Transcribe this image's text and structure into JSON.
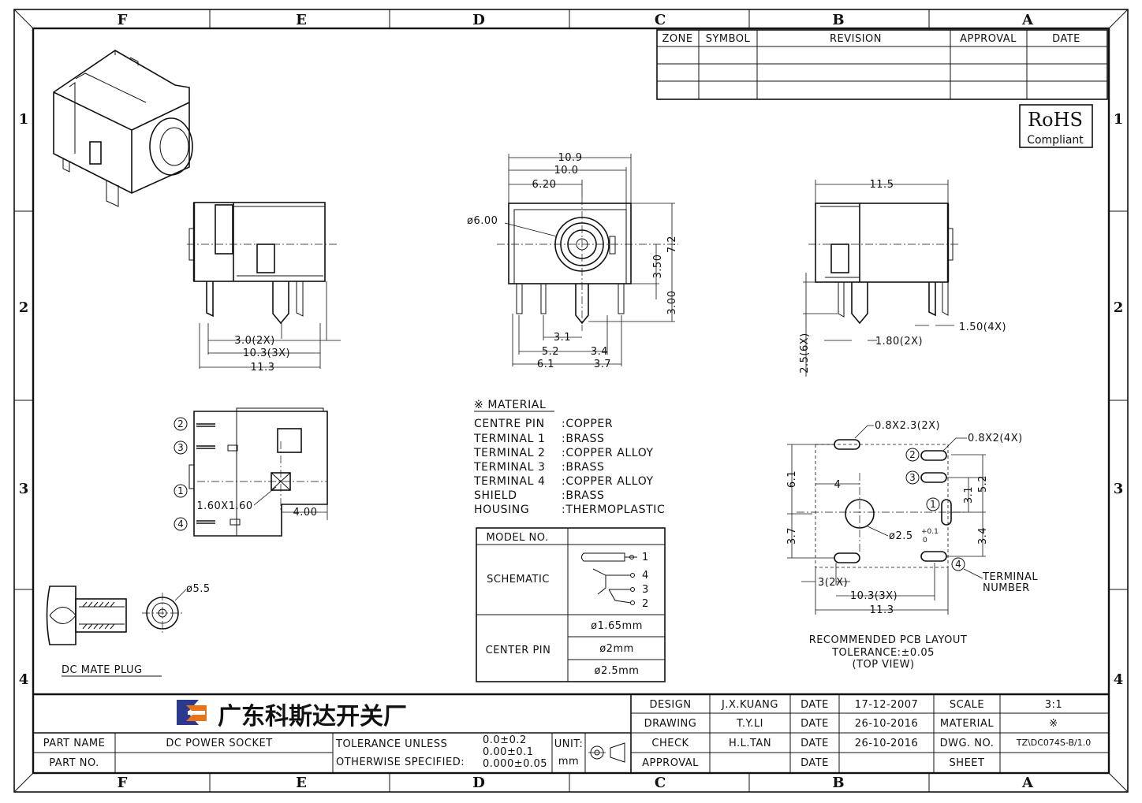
{
  "zones_cols": [
    "F",
    "E",
    "D",
    "C",
    "B",
    "A"
  ],
  "zones_rows": [
    "1",
    "2",
    "3",
    "4"
  ],
  "revision_table": {
    "headers": [
      "ZONE",
      "SYMBOL",
      "REVISION",
      "APPROVAL",
      "DATE"
    ]
  },
  "rohs": {
    "title": "RoHS",
    "subtitle": "Compliant"
  },
  "front_view": {
    "d109": "10.9",
    "d100": "10.0",
    "d620": "6.20",
    "dia600": "ø6.00",
    "d72": "7.2",
    "d350": "3.50",
    "d300": "3.00",
    "d31": "3.1",
    "d52": "5.2",
    "d34": "3.4",
    "d61": "6.1",
    "d37": "3.7"
  },
  "side_view_left": {
    "d30": "3.0(2X)",
    "d103": "10.3(3X)",
    "d113": "11.3"
  },
  "side_view_right": {
    "d115": "11.5",
    "d25": "2.5(6X)",
    "d180": "1.80(2X)",
    "d150": "1.50(4X)"
  },
  "bottom_view": {
    "pins": [
      "2",
      "3",
      "1",
      "4"
    ],
    "d160": "1.60X1.60",
    "d400": "4.00"
  },
  "material": {
    "title": "※ MATERIAL",
    "rows": [
      {
        "label": "CENTRE PIN",
        "value": ":COPPER"
      },
      {
        "label": "TERMINAL 1",
        "value": ":BRASS"
      },
      {
        "label": "TERMINAL 2",
        "value": ":COPPER ALLOY"
      },
      {
        "label": "TERMINAL 3",
        "value": ":BRASS"
      },
      {
        "label": "TERMINAL 4",
        "value": ":COPPER ALLOY"
      },
      {
        "label": "SHIELD",
        "value": ":BRASS"
      },
      {
        "label": "HOUSING",
        "value": ":THERMOPLASTIC"
      }
    ]
  },
  "model_table": {
    "model_no": "MODEL NO.",
    "schematic": "SCHEMATIC",
    "center_pin": "CENTER PIN",
    "pins": [
      "1",
      "4",
      "3",
      "2"
    ],
    "options": [
      "ø1.65mm",
      "ø2mm",
      "ø2.5mm"
    ]
  },
  "mate_plug": {
    "label": "DC MATE PLUG",
    "dia": "ø5.5"
  },
  "pcb_layout": {
    "d0823": "0.8X2.3(2X)",
    "d082": "0.8X2(4X)",
    "d61": "6.1",
    "d4": "4",
    "d52": "5.2",
    "d31": "3.1",
    "d34": "3.4",
    "d37": "3.7",
    "d25": "ø2.5",
    "tol_up": "+0.1",
    "tol_dn": "0",
    "d3": "3(2X)",
    "d103": "10.3(3X)",
    "d113": "11.3",
    "pins": [
      "2",
      "3",
      "1",
      "4"
    ],
    "terminal": "TERMINAL",
    "number": "NUMBER",
    "caption1": "RECOMMENDED PCB LAYOUT",
    "caption2": "TOLERANCE:±0.05",
    "caption3": "(TOP VIEW)"
  },
  "title_block": {
    "company": "广东科斯达开关厂",
    "part_name_label": "PART NAME",
    "part_name": "DC POWER SOCKET",
    "part_no_label": "PART NO.",
    "tol_label1": "TOLERANCE UNLESS",
    "tol_label2": "OTHERWISE SPECIFIED:",
    "tol1": "0.0±0.2",
    "tol2": "0.00±0.1",
    "tol3": "0.000±0.05",
    "unit_label": "UNIT:",
    "unit": "mm",
    "rows": [
      {
        "role": "DESIGN",
        "name": "J.X.KUANG",
        "date_label": "DATE",
        "date": "17-12-2007",
        "key": "SCALE",
        "value": "3:1"
      },
      {
        "role": "DRAWING",
        "name": "T.Y.LI",
        "date_label": "DATE",
        "date": "26-10-2016",
        "key": "MATERIAL",
        "value": "※"
      },
      {
        "role": "CHECK",
        "name": "H.L.TAN",
        "date_label": "DATE",
        "date": "26-10-2016",
        "key": "DWG. NO.",
        "value": "TZ\\DC074S-B/1.0"
      },
      {
        "role": "APPROVAL",
        "name": "",
        "date_label": "DATE",
        "date": "",
        "key": "SHEET",
        "value": ""
      }
    ]
  }
}
